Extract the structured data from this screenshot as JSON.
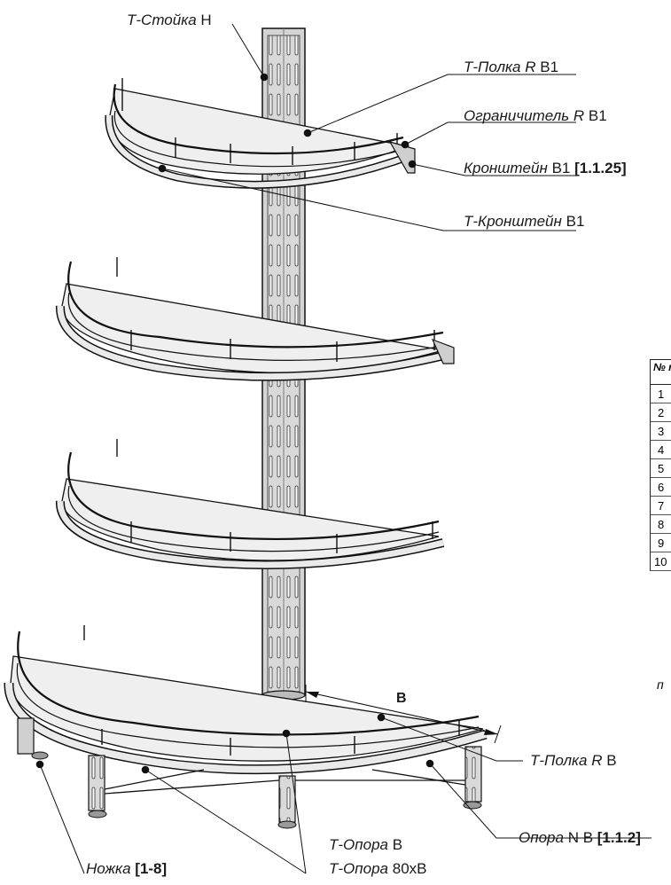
{
  "labels": {
    "upright": {
      "name": "Т-Стойка",
      "code": "H"
    },
    "shelf_top": {
      "name": "Т-Полка",
      "r": "R",
      "code": "B1"
    },
    "limiter": {
      "name": "Ограничитель",
      "r": "R",
      "code": "B1"
    },
    "bracket": {
      "name": "Кронштейн",
      "code": "B1",
      "ref": "[1.1.25]"
    },
    "t_bracket": {
      "name": "Т-Кронштейн",
      "code": "B1"
    },
    "dimension": "B",
    "shelf_bottom": {
      "name": "Т-Полка",
      "r": "R",
      "code": "B"
    },
    "support_n": {
      "name": "Опора",
      "code": "N B",
      "ref": "[1.1.2]"
    },
    "t_support": {
      "name": "Т-Опора",
      "code": "B"
    },
    "t_support_80": {
      "name": "Т-Опора",
      "code": "80xB"
    },
    "foot": {
      "name": "Ножка",
      "ref": "[1-8]"
    }
  },
  "table": {
    "header": "№ п/п",
    "rows": [
      "1",
      "2",
      "3",
      "4",
      "5",
      "6",
      "7",
      "8",
      "9",
      "10"
    ]
  },
  "cut_text": "п"
}
